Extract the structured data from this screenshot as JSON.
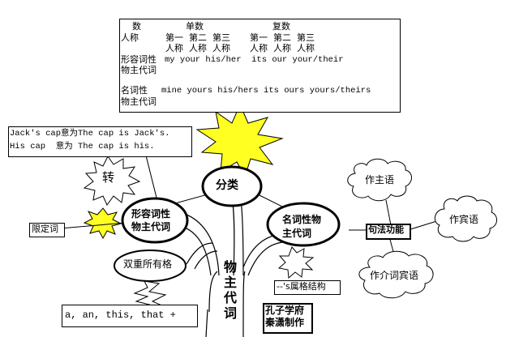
{
  "table": {
    "header_shu": "数",
    "header_danshu": "单数",
    "header_fushu": "复数",
    "row_renchen": "人称",
    "di1": "第一",
    "di2": "第二",
    "di3": "第三",
    "renchen": "人称",
    "row_adj_line1": "形容词性",
    "row_adj_line2": "物主代词",
    "adj_values": "my your his/her  its our your/their",
    "row_noun_line1": "名词性",
    "row_noun_line2": "物主代词",
    "noun_values": "mine yours his/hers its ours yours/theirs"
  },
  "example_box": {
    "line1": "Jack's cap意为The cap is Jack's.",
    "line2": "His cap  意为 The cap is his."
  },
  "nodes": {
    "zhuan": "转",
    "fenlei": "分类",
    "adj_line1": "形容词性",
    "adj_line2": "物主代词",
    "noun_line1": "名词性物",
    "noun_line2": "主代词",
    "shuangchong": "双重所有格",
    "trunk": [
      "物",
      "主",
      "代",
      "词"
    ],
    "xiandingci": "限定词",
    "jufa": "句法功能",
    "zuozhuyu": "作主语",
    "zuobinyu": "作宾语",
    "zuojieci": "作介词宾语",
    "shugejiegou": "--'s属格结构",
    "determiners": "a, an, this, that +",
    "credit_line1": "孔子学府",
    "credit_line2": "秦潇制作"
  }
}
